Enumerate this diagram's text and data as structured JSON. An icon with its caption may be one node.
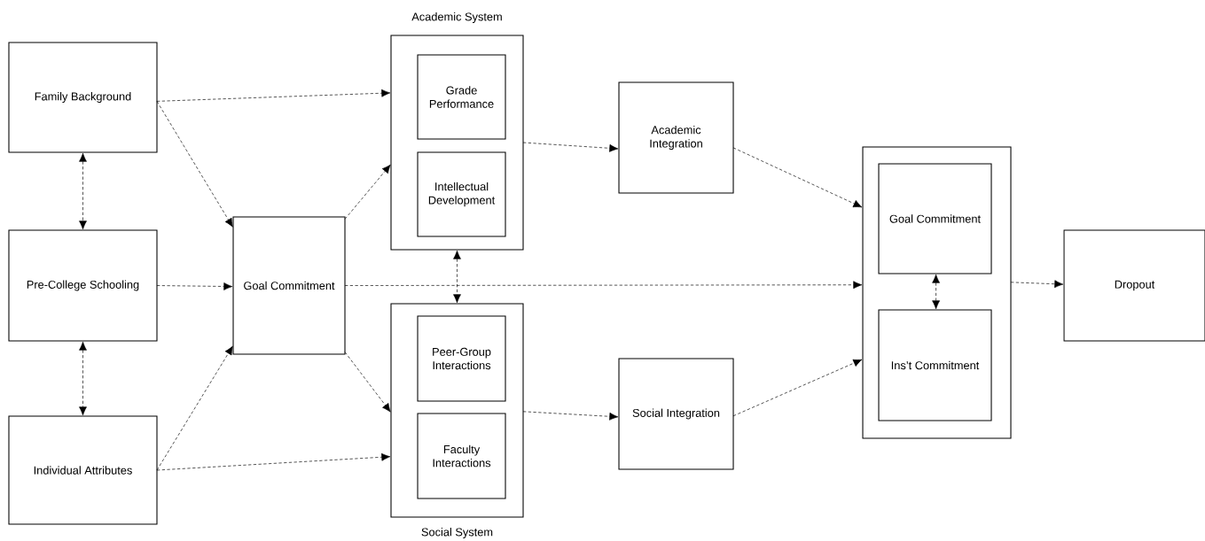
{
  "diagram": {
    "nodes": [
      {
        "text": [
          "Family Background"
        ]
      },
      {
        "text": [
          "Pre-College Schooling"
        ]
      },
      {
        "text": [
          "Individual Attributes"
        ]
      },
      {
        "text": [
          "Goal Commitment"
        ]
      },
      {
        "text": [
          "Academic System"
        ]
      },
      {
        "text": [
          "Grade Performance"
        ],
        "in": 4
      },
      {
        "text": [
          "Intellectual Development"
        ],
        "in": 4
      },
      {
        "text": [
          "Social System"
        ]
      },
      {
        "text": [
          "Peer-Group Interactions"
        ],
        "in": 7
      },
      {
        "text": [
          "Faculty Interactions"
        ],
        "in": 7
      },
      {
        "text": [
          "Academic Integration"
        ]
      },
      {
        "text": [
          "Social Integration"
        ]
      },
      {
        "text": [],
        "shape": "box"
      },
      {
        "text": [
          "Goal Commitment"
        ],
        "in": 12
      },
      {
        "text": [
          "Ins’t Commitment"
        ],
        "in": 12
      },
      {
        "text": [
          "Dropout"
        ]
      }
    ],
    "edges": [
      {
        "from": 0,
        "to": 3,
        "arrow": "to",
        "style": "dashed"
      },
      {
        "from": 0,
        "to": 4,
        "arrow": "to",
        "style": "dashed"
      },
      {
        "from": 0,
        "to": 1,
        "arrow": "both",
        "style": "dashed"
      },
      {
        "from": 1,
        "to": 2,
        "arrow": "both",
        "style": "dashed"
      },
      {
        "from": 1,
        "to": 3,
        "arrow": "to",
        "style": "dashed"
      },
      {
        "from": 2,
        "to": 3,
        "arrow": "to",
        "style": "dashed"
      },
      {
        "from": 2,
        "to": 7,
        "arrow": "to",
        "style": "dashed"
      },
      {
        "from": 3,
        "to": 4,
        "arrow": "to",
        "style": "dashed"
      },
      {
        "from": 3,
        "to": 7,
        "arrow": "to",
        "style": "dashed"
      },
      {
        "from": 3,
        "to": 12,
        "arrow": "to",
        "style": "dashed"
      },
      {
        "from": 4,
        "to": 7,
        "arrow": "both",
        "style": "dashed"
      },
      {
        "from": 4,
        "to": 10,
        "arrow": "to",
        "style": "dashed"
      },
      {
        "from": 7,
        "to": 11,
        "arrow": "to",
        "style": "dashed"
      },
      {
        "from": 10,
        "to": 12,
        "arrow": "to",
        "style": "dashed"
      },
      {
        "from": 11,
        "to": 12,
        "arrow": "to",
        "style": "dashed"
      },
      {
        "from": 13,
        "to": 14,
        "arrow": "both",
        "style": "dashed"
      },
      {
        "from": 12,
        "to": 15,
        "arrow": "to",
        "style": "dashed"
      }
    ]
  }
}
